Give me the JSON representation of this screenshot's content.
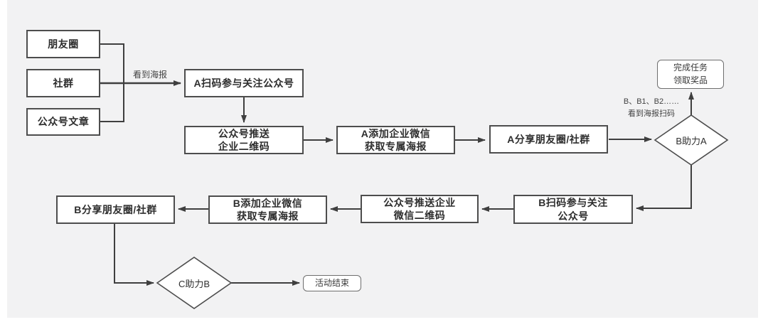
{
  "colors": {
    "background": "#f2f2f3",
    "node_fill": "#ffffff",
    "node_border": "#4d4d4d",
    "rounded_border": "#6e6e6e",
    "edge_stroke": "#3f3f3f",
    "text": "#2d2d2d"
  },
  "nodes": {
    "moments": {
      "label": "朋友圈"
    },
    "community": {
      "label": "社群"
    },
    "article": {
      "label": "公众号文章"
    },
    "a_scan": {
      "label": "A扫码参与关注公众号"
    },
    "push_qr_a": {
      "line1": "公众号推送",
      "line2": "企业二维码"
    },
    "a_add": {
      "line1": "A添加企业微信",
      "line2": "获取专属海报"
    },
    "a_share": {
      "label": "A分享朋友圈/社群"
    },
    "b_assist": {
      "label": "B助力A"
    },
    "reward": {
      "line1": "完成任务",
      "line2": "领取奖品"
    },
    "b_scan": {
      "line1": "B扫码参与关注",
      "line2": "公众号"
    },
    "push_qr_b": {
      "line1": "公众号推送企业",
      "line2": "微信二维码"
    },
    "b_add": {
      "line1": "B添加企业微信",
      "line2": "获取专属海报"
    },
    "b_share": {
      "label": "B分享朋友圈/社群"
    },
    "c_assist": {
      "label": "C助力B"
    },
    "end": {
      "label": "活动结束"
    }
  },
  "edge_labels": {
    "see_poster": "看到海报",
    "b_sequence": "B、B1、B2……",
    "see_poster_scan": "看到海报扫码"
  }
}
